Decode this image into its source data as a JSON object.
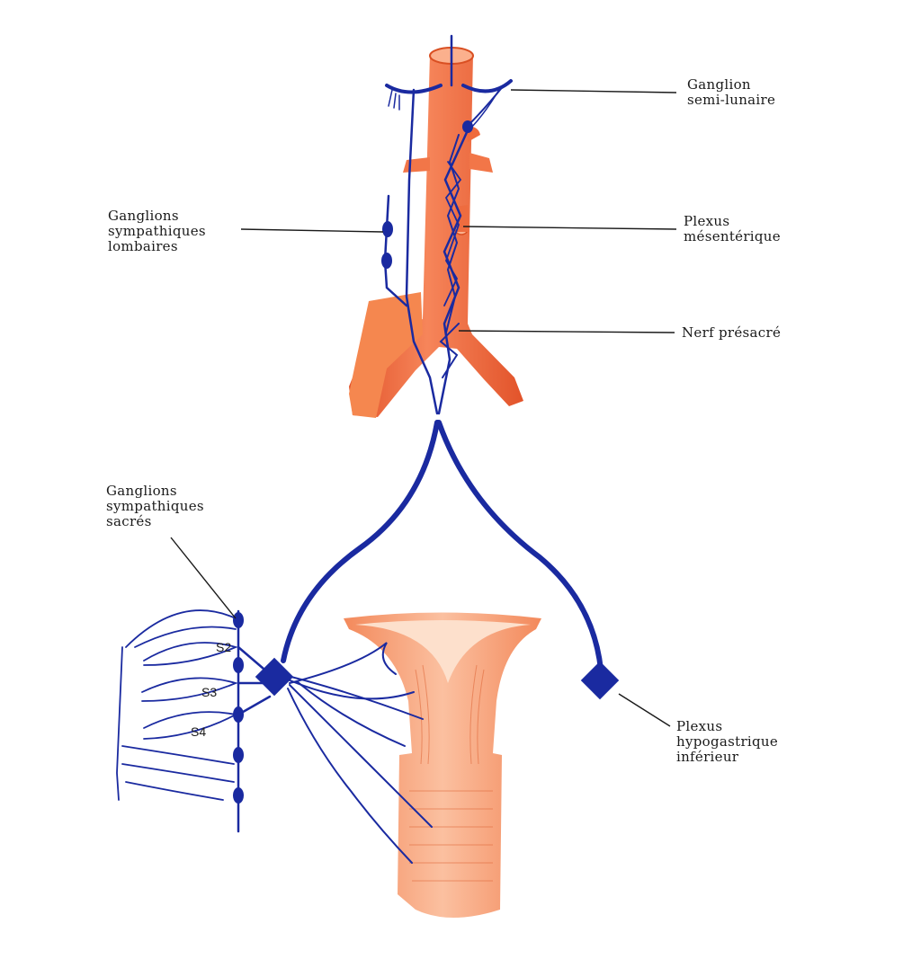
{
  "labels": {
    "semilunar": [
      "Ganglion",
      "semi-lunaire"
    ],
    "lumbar": [
      "Ganglions",
      "sympathiques",
      "lombaires"
    ],
    "mesenteric": [
      "Plexus",
      "mésentérique"
    ],
    "presacral": [
      "Nerf présacré"
    ],
    "sacral": [
      "Ganglions",
      "sympathiques",
      "sacrés"
    ],
    "hypogastric": [
      "Plexus",
      "hypogastrique",
      "inférieur"
    ]
  },
  "segments": [
    "S2",
    "S3",
    "S4"
  ],
  "colors": {
    "artery": "#f36a3a",
    "artery_dark": "#d94f22",
    "nerve": "#1a2aa0",
    "uterus": "#f58a5a",
    "uterus_light": "#fbc3a3"
  }
}
